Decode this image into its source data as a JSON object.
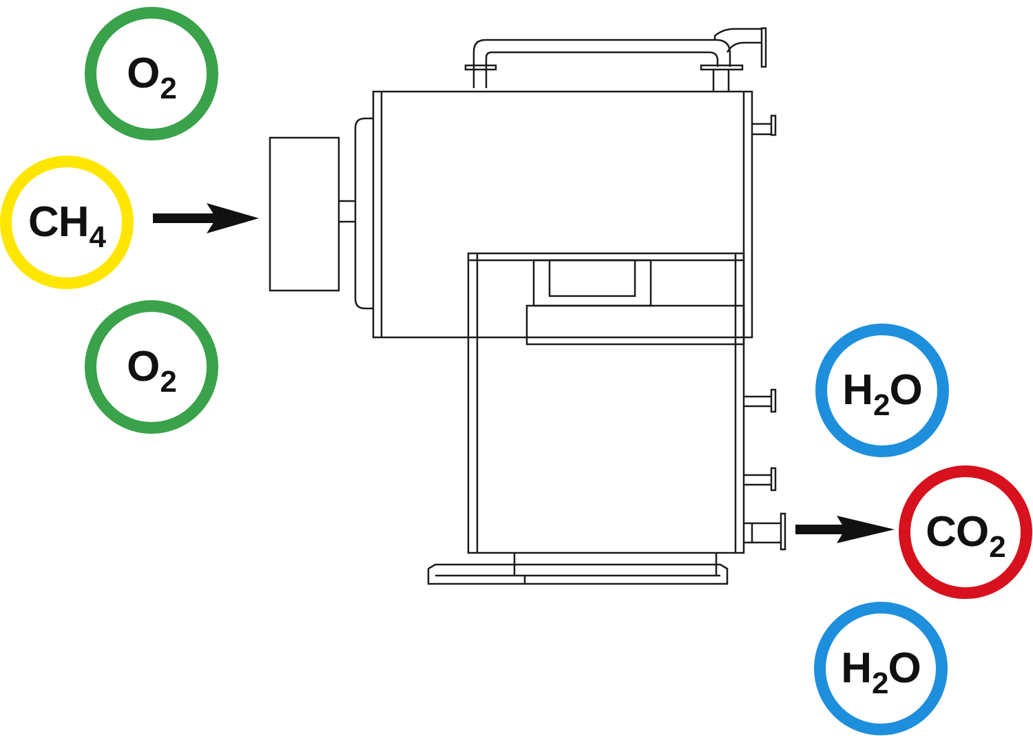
{
  "inputs": {
    "o2_top": {
      "base": "O",
      "sub": "2",
      "after": "",
      "ring_color": "#3aa24a"
    },
    "ch4": {
      "base": "CH",
      "sub": "4",
      "after": "",
      "ring_color": "#ffe600"
    },
    "o2_bottom": {
      "base": "O",
      "sub": "2",
      "after": "",
      "ring_color": "#3aa24a"
    }
  },
  "outputs": {
    "h2o_top": {
      "base": "H",
      "sub": "2",
      "after": "O",
      "ring_color": "#1e8fdc"
    },
    "co2": {
      "base": "CO",
      "sub": "2",
      "after": "",
      "ring_color": "#d7111d"
    },
    "h2o_bottom": {
      "base": "H",
      "sub": "2",
      "after": "O",
      "ring_color": "#1e8fdc"
    }
  },
  "colors": {
    "line": "#1a1a1a",
    "arrow": "#111111"
  },
  "icons": {
    "flow_arrow": "right-arrow-icon",
    "apparatus": "boiler-burner-icon"
  }
}
